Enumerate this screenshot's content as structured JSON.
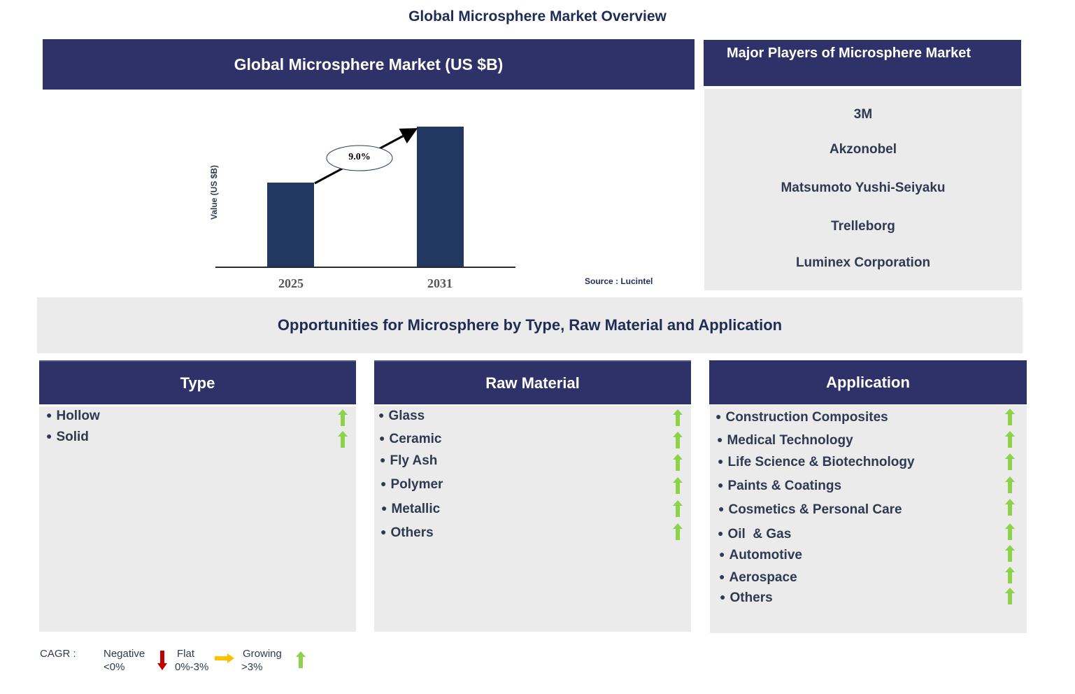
{
  "page": {
    "title": "Global Microsphere Market Overview"
  },
  "market_chart": {
    "banner_title": "Global Microsphere Market (US $B)",
    "y_axis_label": "Value (US $B)",
    "cagr_label": "9.0%",
    "source": "Source : Lucintel",
    "bar_color": "#223863"
  },
  "chart_data": {
    "type": "bar",
    "title": "Global Microsphere Market (US $B)",
    "categories": [
      "2025",
      "2031"
    ],
    "values": [
      1.0,
      1.66
    ],
    "value_note": "Relative bar heights only; no numeric axis values shown. 2031 ≈ 1.66× 2025 per 9.0% CAGR over 6 years.",
    "annotations": [
      {
        "text": "9.0%",
        "type": "CAGR arrow from 2025 to 2031"
      }
    ],
    "xlabel": "",
    "ylabel": "Value (US $B)",
    "grid": false,
    "legend": null
  },
  "major_players": {
    "header": "Major Players of Microsphere Market",
    "items": [
      "3M",
      "Akzonobel",
      "Matsumoto Yushi-Seiyaku",
      "Trelleborg",
      "Luminex Corporation"
    ]
  },
  "opportunities": {
    "title": "Opportunities for Microsphere by Type, Raw Material and Application",
    "segments": [
      {
        "header": "Type",
        "items": [
          {
            "label": "Hollow",
            "trend": "growing"
          },
          {
            "label": "Solid",
            "trend": "growing"
          }
        ]
      },
      {
        "header": "Raw Material",
        "items": [
          {
            "label": "Glass",
            "trend": "growing"
          },
          {
            "label": "Ceramic",
            "trend": "growing"
          },
          {
            "label": "Fly Ash",
            "trend": "growing"
          },
          {
            "label": "Polymer",
            "trend": "growing"
          },
          {
            "label": "Metallic",
            "trend": "growing"
          },
          {
            "label": "Others",
            "trend": "growing"
          }
        ]
      },
      {
        "header": "Application",
        "items": [
          {
            "label": "Construction Composites",
            "trend": "growing"
          },
          {
            "label": "Medical Technology",
            "trend": "growing"
          },
          {
            "label": "Life Science & Biotechnology",
            "trend": "growing"
          },
          {
            "label": "Paints & Coatings",
            "trend": "growing"
          },
          {
            "label": "Cosmetics & Personal Care",
            "trend": "growing"
          },
          {
            "label": "Oil  & Gas",
            "trend": "growing"
          },
          {
            "label": "Automotive",
            "trend": "growing"
          },
          {
            "label": "Aerospace",
            "trend": "growing"
          },
          {
            "label": "Others",
            "trend": "growing"
          }
        ]
      }
    ]
  },
  "legend": {
    "label": "CAGR :",
    "negative": {
      "label": "Negative",
      "range": "<0%",
      "color": "#c00000",
      "icon": "down-arrow-icon"
    },
    "flat": {
      "label": "Flat",
      "range": "0%-3%",
      "color": "#ffc000",
      "icon": "right-arrow-icon"
    },
    "growing": {
      "label": "Growing",
      "range": ">3%",
      "color": "#8cd34a",
      "icon": "up-arrow-icon"
    }
  },
  "colors": {
    "navy": "#2e3269",
    "panel_grey": "#ebebeb",
    "text_dark": "#2f3a50",
    "title_blue": "#1f2d55"
  }
}
